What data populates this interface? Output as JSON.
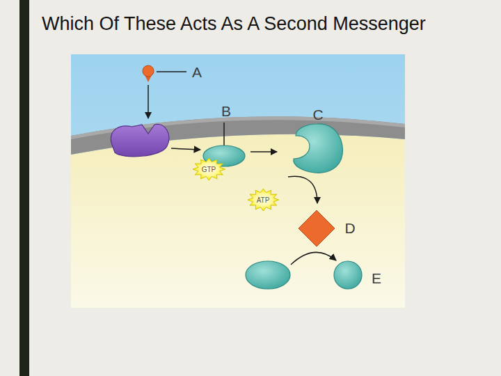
{
  "diagram": {
    "title": "Which Of These Acts As A Second Messenger",
    "nodes": [
      {
        "text": [
          "GTP"
        ]
      },
      {
        "text": [
          "ATP"
        ]
      }
    ],
    "labels": [
      "A",
      "B",
      "C",
      "D",
      "E"
    ]
  }
}
